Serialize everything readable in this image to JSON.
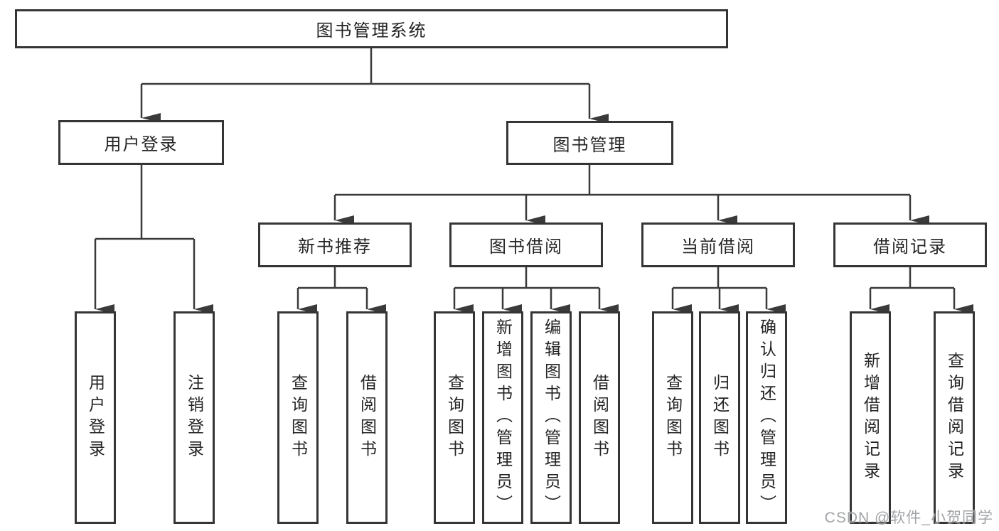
{
  "diagram_title": "图书管理系统",
  "tree": {
    "root": {
      "label": "图书管理系统"
    },
    "branches": [
      {
        "label": "用户登录",
        "children": [
          {
            "label": "用户登录"
          },
          {
            "label": "注销登录"
          }
        ]
      },
      {
        "label": "图书管理",
        "children": [
          {
            "label": "新书推荐",
            "children": [
              {
                "label": "查询图书"
              },
              {
                "label": "借阅图书"
              }
            ]
          },
          {
            "label": "图书借阅",
            "children": [
              {
                "label": "查询图书"
              },
              {
                "label": "新增图书（管理员）"
              },
              {
                "label": "编辑图书（管理员）"
              },
              {
                "label": "借阅图书"
              }
            ]
          },
          {
            "label": "当前借阅",
            "children": [
              {
                "label": "查询图书"
              },
              {
                "label": "归还图书"
              },
              {
                "label": "确认归还（管理员）"
              }
            ]
          },
          {
            "label": "借阅记录",
            "children": [
              {
                "label": "新增借阅记录"
              },
              {
                "label": "查询借阅记录"
              }
            ]
          }
        ]
      }
    ]
  },
  "watermark": {
    "text": "CSDN @软件_小贺同学"
  },
  "colors": {
    "line": "#3a3a3a",
    "box_border": "#353535",
    "text": "#242424",
    "background": "#ffffff",
    "watermark": "#919396"
  }
}
